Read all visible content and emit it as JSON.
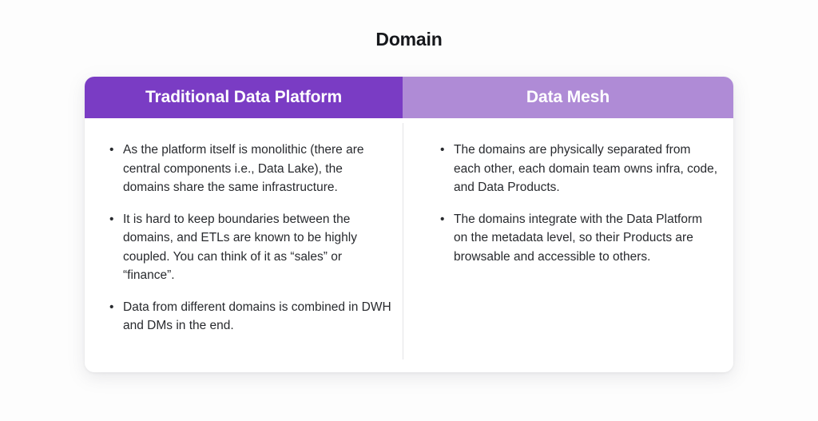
{
  "page": {
    "title": "Domain",
    "background_color": "#fdfdfd"
  },
  "card": {
    "header": {
      "left": {
        "label": "Traditional Data Platform",
        "background_color": "#7a3cc4",
        "text_color": "#ffffff"
      },
      "right": {
        "label": "Data Mesh",
        "background_color": "#af8bd6",
        "text_color": "#ffffff"
      }
    },
    "columns": [
      {
        "name": "traditional-data-platform",
        "bullet_marker": "•",
        "bullets": [
          "As the platform itself is monolithic (there are central components i.e., Data Lake), the domains share the same infrastructure.",
          "It is hard to keep boundaries between the domains, and ETLs are known to be highly coupled. You can think of it as “sales” or “finance”.",
          "Data from different domains is combined in DWH and DMs in the end."
        ]
      },
      {
        "name": "data-mesh",
        "bullet_marker": "•",
        "bullets": [
          "The domains are physically separated from each other, each domain team owns infra, code, and Data Products.",
          "The domains integrate with the Data Platform on the metadata level, so their Products are browsable and accessible to others."
        ]
      }
    ]
  }
}
